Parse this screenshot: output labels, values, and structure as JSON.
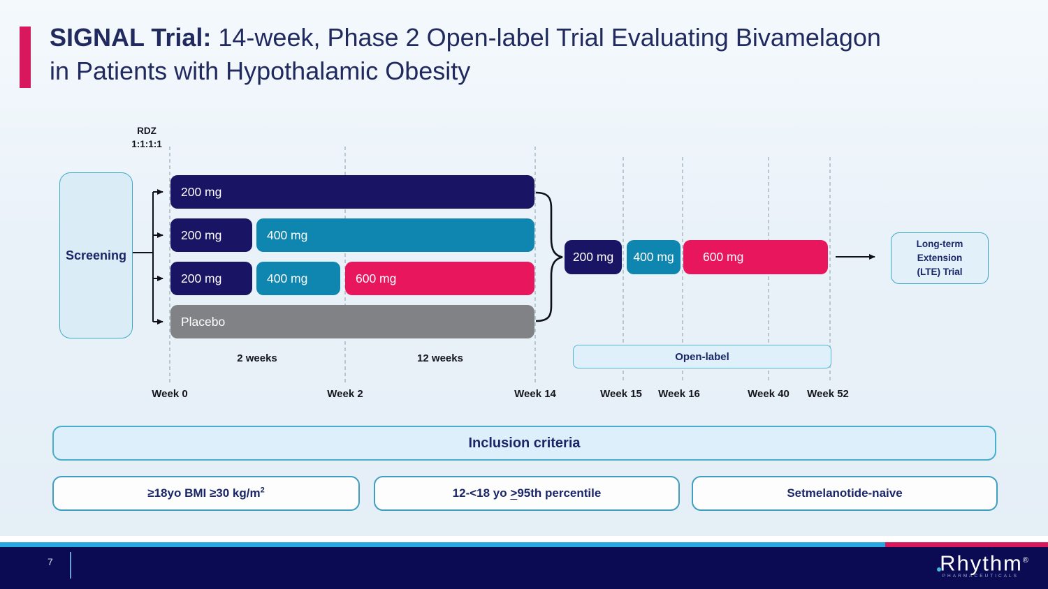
{
  "title": {
    "bold": "SIGNAL Trial:",
    "line1_rest": " 14-week, Phase 2 Open-label Trial Evaluating Bivamelagon",
    "line2": "in Patients with Hypothalamic Obesity"
  },
  "diagram": {
    "rdz_label": "RDZ\n1:1:1:1",
    "screening_label": "Screening",
    "arms": [
      {
        "segments": [
          {
            "label": "200 mg",
            "color": "navy"
          }
        ]
      },
      {
        "segments": [
          {
            "label": "200 mg",
            "color": "navy"
          },
          {
            "label": "400 mg",
            "color": "teal"
          }
        ]
      },
      {
        "segments": [
          {
            "label": "200 mg",
            "color": "navy"
          },
          {
            "label": "400 mg",
            "color": "teal"
          },
          {
            "label": "600 mg",
            "color": "pink"
          }
        ]
      },
      {
        "segments": [
          {
            "label": "Placebo",
            "color": "gray"
          }
        ]
      }
    ],
    "open_label_doses": [
      {
        "label": "200 mg",
        "color": "navy"
      },
      {
        "label": "400 mg",
        "color": "teal"
      },
      {
        "label": "600 mg",
        "color": "pink"
      }
    ],
    "lte_label": "Long-term\nExtension\n(LTE) Trial",
    "open_label_banner": "Open-label",
    "duration_labels": [
      "2 weeks",
      "12 weeks"
    ],
    "week_labels": [
      "Week 0",
      "Week 2",
      "Week 14",
      "Week 15",
      "Week 16",
      "Week 40",
      "Week 52"
    ]
  },
  "inclusion": {
    "header": "Inclusion criteria",
    "criteria": [
      {
        "main": "≥18yo BMI ≥30 kg/m",
        "sup": "2"
      },
      {
        "prefix": "12-<18 yo ",
        "geq": ">",
        "rest": "95th percentile"
      },
      {
        "main": "Setmelanotide-naive",
        "sup": ""
      }
    ]
  },
  "footer": {
    "page_number": "7",
    "brand": "Rhythm",
    "reg_mark": "®",
    "brand_sub": "PHARMACEUTICALS"
  },
  "colors": {
    "navy": "#1a1464",
    "teal": "#0f86b0",
    "pink": "#e8175d",
    "gray": "#808285",
    "accent_red": "#d9175c",
    "stripe_cyan": "#29a8e0",
    "footer_navy": "#0b0b54"
  }
}
